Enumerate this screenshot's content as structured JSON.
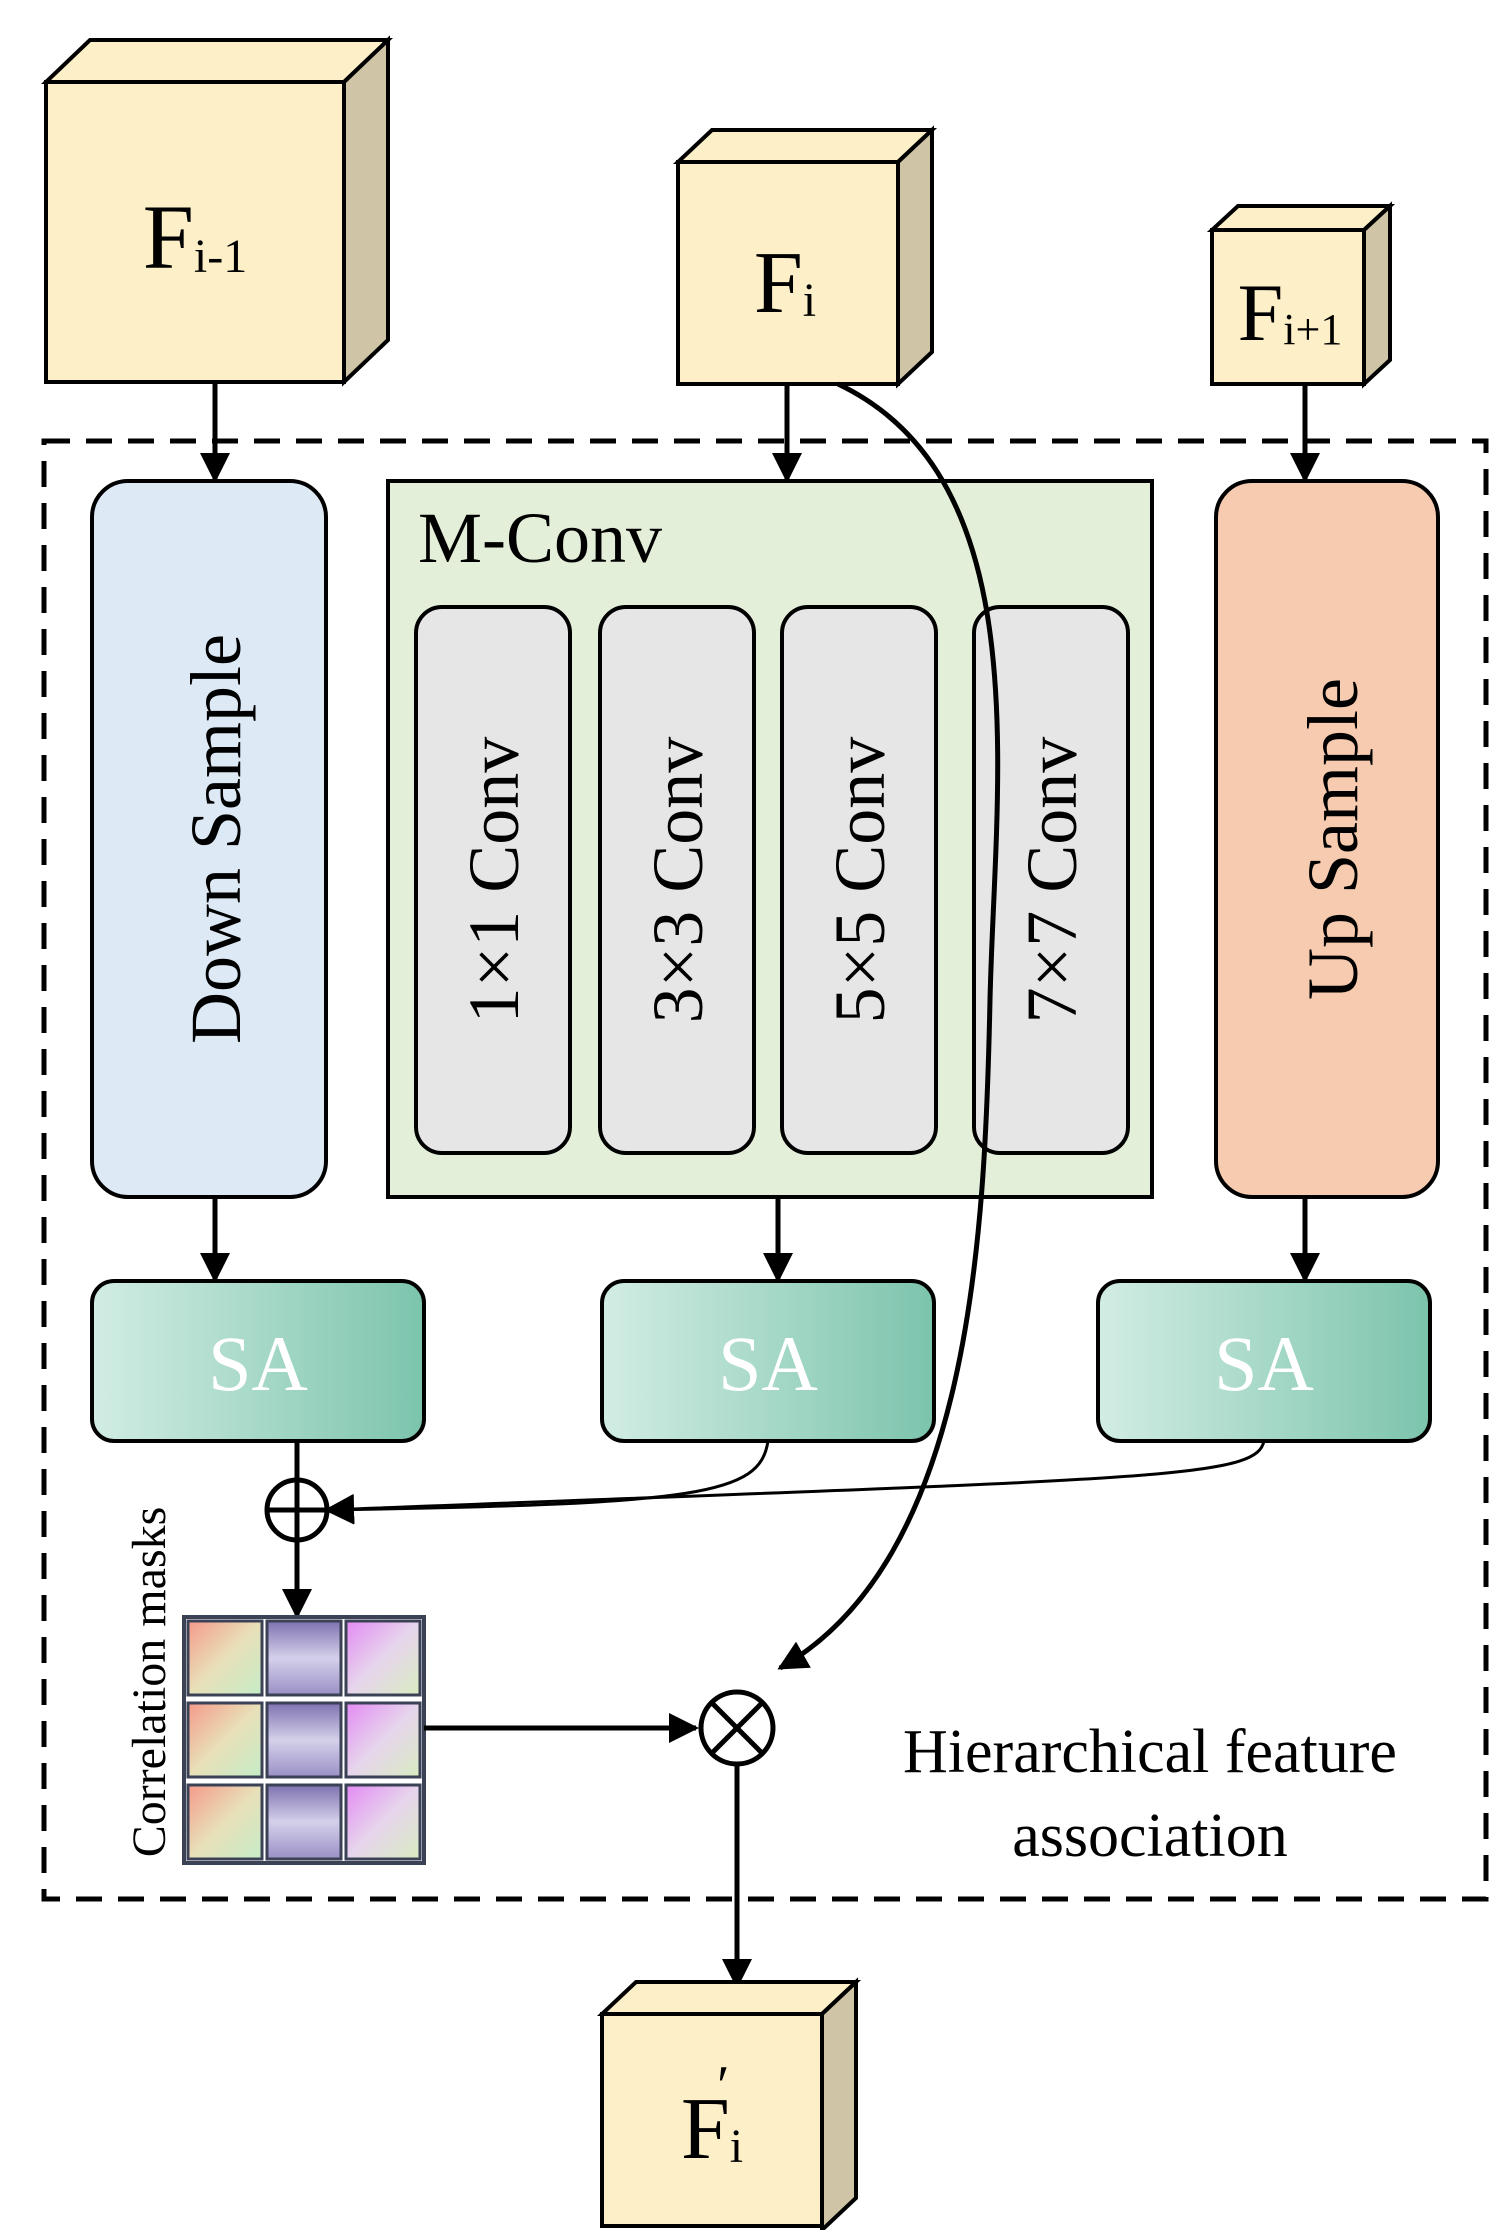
{
  "inputs": {
    "f_prev": {
      "base": "F",
      "sub": "i-1"
    },
    "f_cur": {
      "base": "F",
      "sub": "i"
    },
    "f_next": {
      "base": "F",
      "sub": "i+1"
    }
  },
  "output": {
    "base": "F",
    "sub": "i",
    "prime": "′"
  },
  "blocks": {
    "down_sample": "Down Sample",
    "up_sample": "Up Sample",
    "mconv_title": "M-Conv",
    "conv_1": "1×1 Conv",
    "conv_3": "3×3 Conv",
    "conv_5": "5×5 Conv",
    "conv_7": "7×7 Conv",
    "sa_left": "SA",
    "sa_mid": "SA",
    "sa_right": "SA"
  },
  "labels": {
    "correlation_masks": "Correlation masks",
    "hfa_line1": "Hierarchical feature",
    "hfa_line2": "association"
  },
  "colors": {
    "cube_face": "#fdf0c8",
    "cube_side": "#cfc4a6",
    "down_sample_fill": "#dde9f5",
    "up_sample_fill": "#f6cbb0",
    "mconv_fill": "#e3efd9",
    "conv_fill": "#e6e6e6",
    "sa_light": "#d2ede3",
    "sa_dark": "#7cc4ad"
  }
}
